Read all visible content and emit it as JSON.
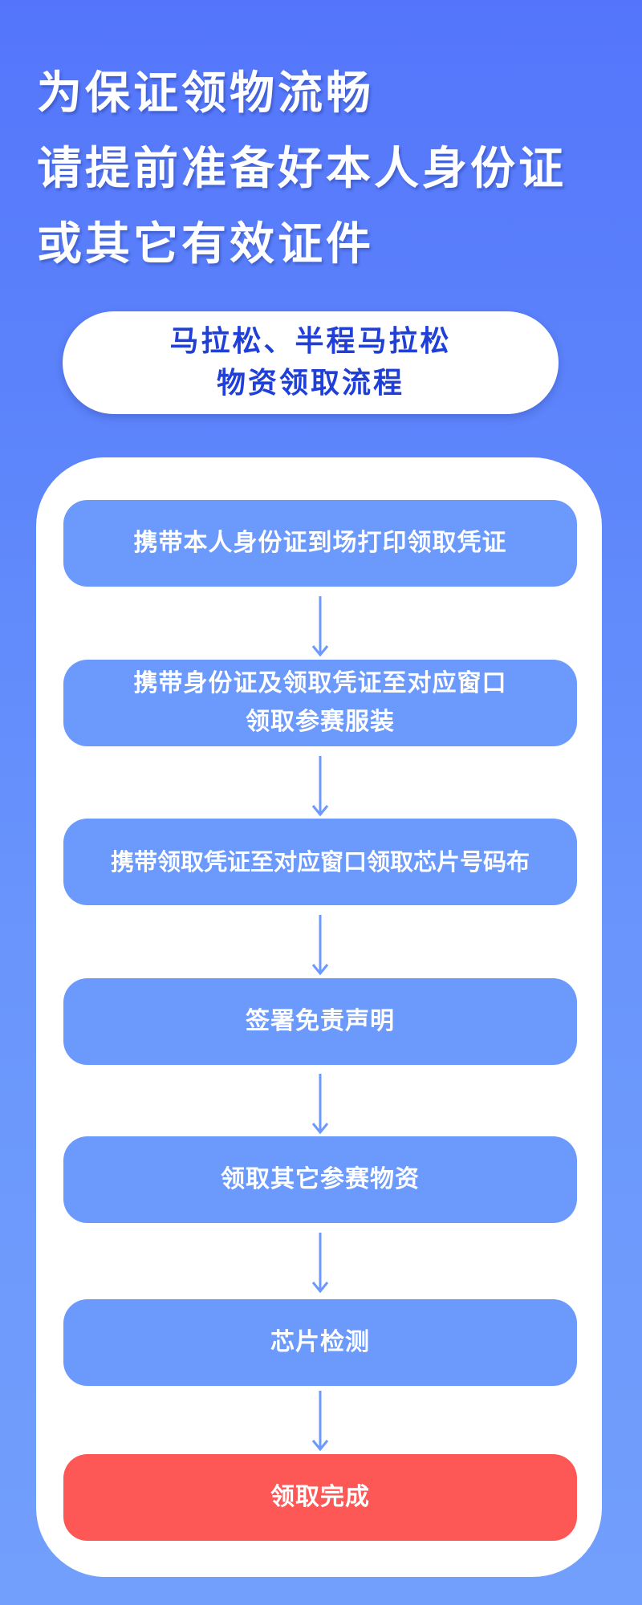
{
  "headline": {
    "lines": [
      "为保证领物流畅",
      "请提前准备好本人身份证",
      "或其它有效证件"
    ]
  },
  "subtitle": {
    "lines": [
      "马拉松、半程马拉松",
      "物资领取流程"
    ]
  },
  "colors": {
    "background_top": "#5475fb",
    "background_bottom": "#729ffc",
    "step_fill": "#6b9afc",
    "final_fill": "#fd5756",
    "subtitle_text": "#1f3fd8",
    "arrow": "#6b9afc"
  },
  "steps": [
    {
      "lines": [
        "携带本人身份证到场打印领取凭证"
      ]
    },
    {
      "lines": [
        "携带身份证及领取凭证至对应窗口",
        "领取参赛服装"
      ]
    },
    {
      "lines": [
        "携带领取凭证至对应窗口领取芯片号码布"
      ]
    },
    {
      "lines": [
        "签署免责声明"
      ]
    },
    {
      "lines": [
        "领取其它参赛物资"
      ]
    },
    {
      "lines": [
        "芯片检测"
      ]
    },
    {
      "lines": [
        "领取完成"
      ]
    }
  ]
}
